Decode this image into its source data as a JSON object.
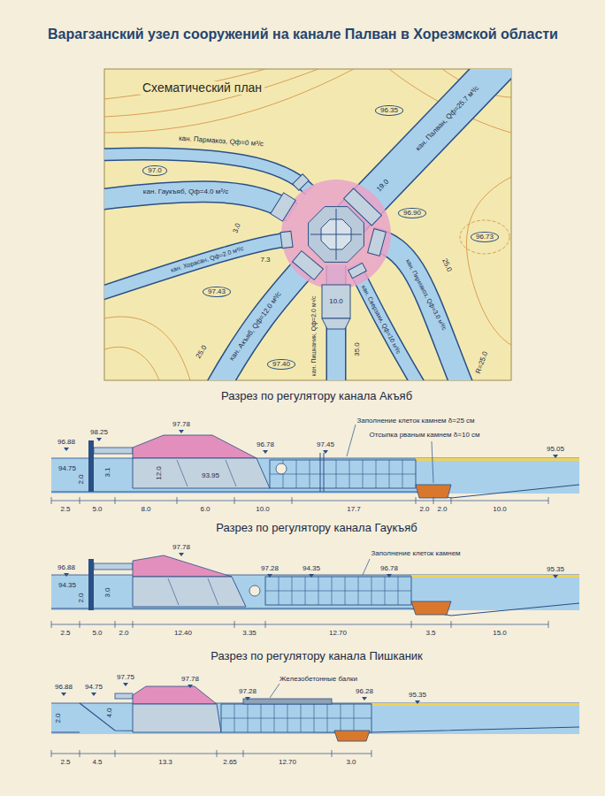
{
  "diagram": {
    "title": "Варагзанский узел сооружений на канале Палван в Хорезмской области",
    "nodes": [
      {
        "text": [
          "Схематический план"
        ]
      },
      {
        "text": [
          "96.35"
        ],
        "in": 0
      },
      {
        "text": [
          "97.0"
        ],
        "in": 0
      },
      {
        "text": [
          "96.90"
        ],
        "in": 0
      },
      {
        "text": [
          "96.73"
        ],
        "in": 0
      },
      {
        "text": [
          "97.43"
        ],
        "in": 0
      },
      {
        "text": [
          "97.40"
        ],
        "in": 0
      },
      {
        "text": [
          "Разрез по регулятору канала Акъяб"
        ]
      },
      {
        "text": [
          "Разрез по регулятору канала Гаукъяб"
        ]
      },
      {
        "text": [
          "Разрез по регулятору канала Пишканик"
        ]
      }
    ],
    "labels": [
      "кан. Палван, Qф=25.7 м³/с",
      "кан. Пармакоз, Qф=0 м³/с",
      "кан. Гаукъяб, Qф=4.0 м³/с",
      "кан. Хорасан, Qф=2.0 м³/с",
      "кан. Акъяб, Qф=12.0 м³/с",
      "кан. Пишканик, Qф=2.0 м³/с",
      "кан. Сверзаки, Qф=10 м³/с",
      "кан. Пирмакоз, Qф=3.0 м³/с",
      "19.0",
      "25.0",
      "25.0",
      "35.0",
      "10.0",
      "3.0",
      "7.3",
      "R=25.0",
      "Заполнение клеток камнем δ=25 см",
      "Отсыпка рваным камнем δ=10 см",
      "96.88",
      "98.25",
      "97.78",
      "96.78",
      "97.45",
      "95.05",
      "94.75",
      "93.95",
      "2.0",
      "3.1",
      "12.0",
      "2.5",
      "5.0",
      "8.0",
      "6.0",
      "10.0",
      "17.7",
      "2.0",
      "2.0",
      "10.0",
      "Заполнение клеток камнем",
      "96.88",
      "97.78",
      "97.28",
      "94.35",
      "96.78",
      "95.35",
      "94.35",
      "2.0",
      "3.0",
      "2.5",
      "5.0",
      "2.0",
      "12.40",
      "3.35",
      "12.70",
      "3.5",
      "15.0",
      "Железобетонные балки",
      "96.88",
      "94.75",
      "97.75",
      "97.78",
      "97.28",
      "96.28",
      "95.35",
      "2.0",
      "4.0",
      "2.5",
      "4.5",
      "13.3",
      "2.65",
      "12.70",
      "3.0"
    ]
  }
}
